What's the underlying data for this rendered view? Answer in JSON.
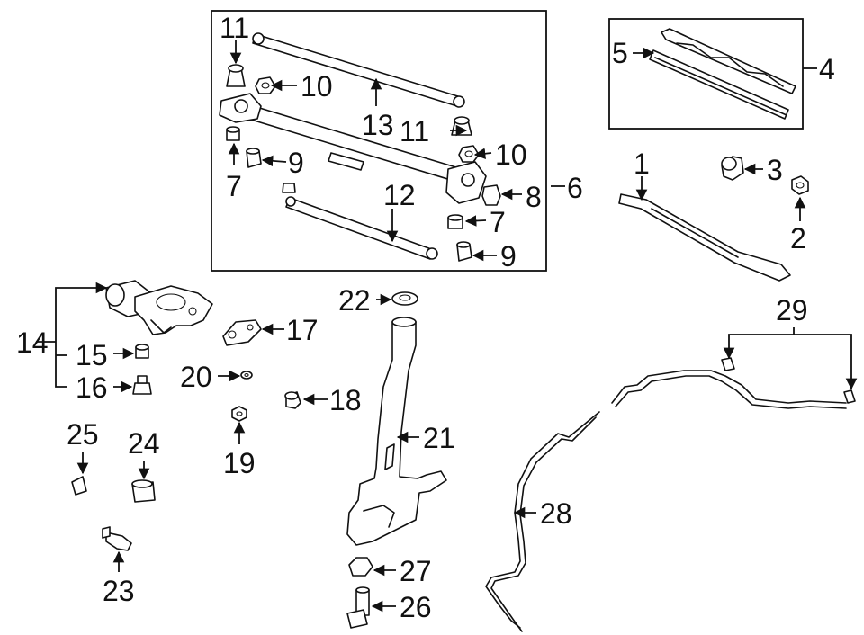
{
  "diagram": {
    "callouts": [
      "1",
      "2",
      "3",
      "4",
      "5",
      "6",
      "7",
      "7",
      "8",
      "9",
      "9",
      "10",
      "10",
      "11",
      "11",
      "12",
      "13",
      "14",
      "15",
      "16",
      "17",
      "18",
      "19",
      "20",
      "21",
      "22",
      "23",
      "24",
      "25",
      "26",
      "27",
      "28",
      "29"
    ]
  }
}
